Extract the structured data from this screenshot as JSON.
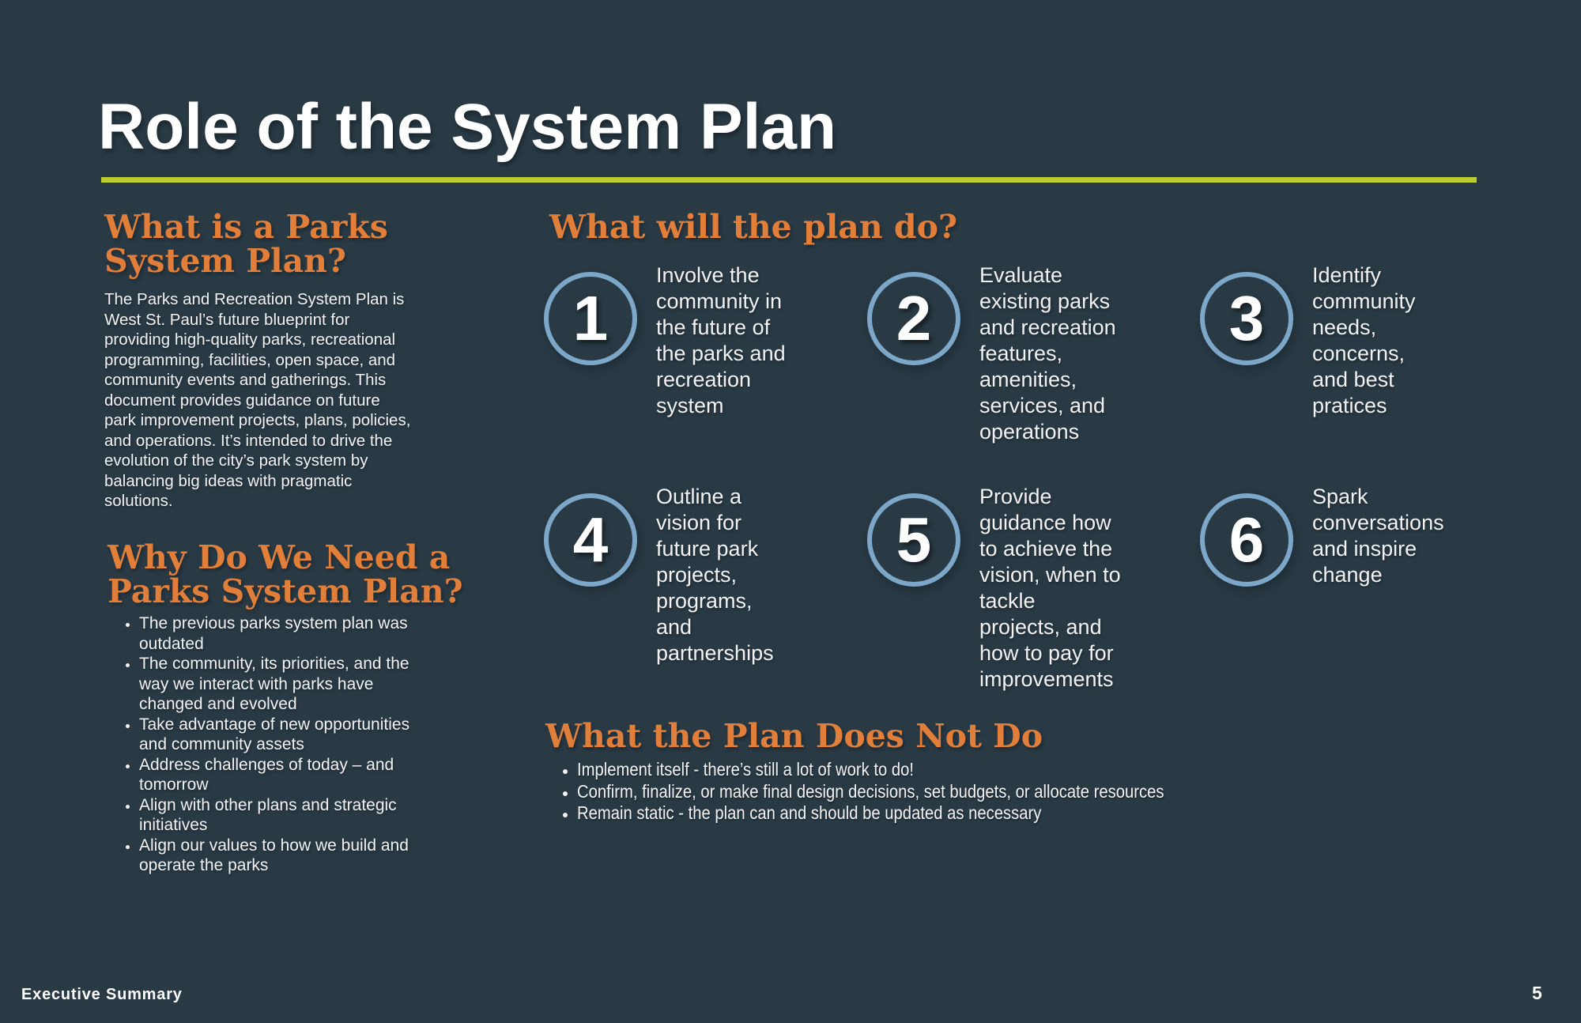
{
  "page": {
    "title": "Role of the System Plan",
    "footer_left": "Executive Summary",
    "page_number": "5"
  },
  "colors": {
    "background": "#293a45",
    "accent_orange": "#e07e3a",
    "underline_green": "#bccd33",
    "circle_blue": "#7ca7c9",
    "body_text": "#f2f2f2"
  },
  "left_column": {
    "what_heading": "What is a Parks\nSystem Plan?",
    "what_body": "The Parks and Recreation System Plan is\nWest St. Paul’s future blueprint for\nproviding high-quality parks, recreational\nprogramming, facilities, open space, and\ncommunity events and gatherings. This\ndocument provides guidance on future\npark improvement projects, plans, policies,\nand operations. It’s intended to drive the\nevolution of the city’s park system by\nbalancing big ideas with pragmatic\nsolutions.",
    "why_heading": "Why Do We Need a\nParks System Plan?",
    "why_bullets": [
      "The previous parks system plan was\noutdated",
      "The community, its priorities, and the\nway we interact with parks have\nchanged and evolved",
      "Take advantage of new opportunities\nand community assets",
      "Address challenges of today – and\ntomorrow",
      "Align with other plans and strategic\ninitiatives",
      "Align our values to how we build and\noperate the parks"
    ]
  },
  "plan_do": {
    "heading": "What will the plan do?",
    "items": [
      {
        "number": "1",
        "text": "Involve the\ncommunity in\nthe future of\nthe parks and\nrecreation\nsystem"
      },
      {
        "number": "2",
        "text": "Evaluate\nexisting parks\nand recreation\nfeatures,\namenities,\nservices, and\noperations"
      },
      {
        "number": "3",
        "text": "Identify\ncommunity\nneeds,\nconcerns,\nand best\npratices"
      },
      {
        "number": "4",
        "text": "Outline a\nvision for\nfuture park\nprojects,\nprograms,\nand\npartnerships"
      },
      {
        "number": "5",
        "text": "Provide\nguidance how\nto achieve the\nvision, when to\ntackle\nprojects, and\nhow to pay for\nimprovements"
      },
      {
        "number": "6",
        "text": "Spark\nconversations\nand inspire\nchange"
      }
    ]
  },
  "plan_not_do": {
    "heading": "What the Plan Does Not Do",
    "bullets": [
      "Implement itself - there’s still a lot of work to do!",
      "Confirm, finalize, or make final design decisions, set budgets, or allocate resources",
      "Remain static - the plan can and should be updated as necessary"
    ]
  }
}
